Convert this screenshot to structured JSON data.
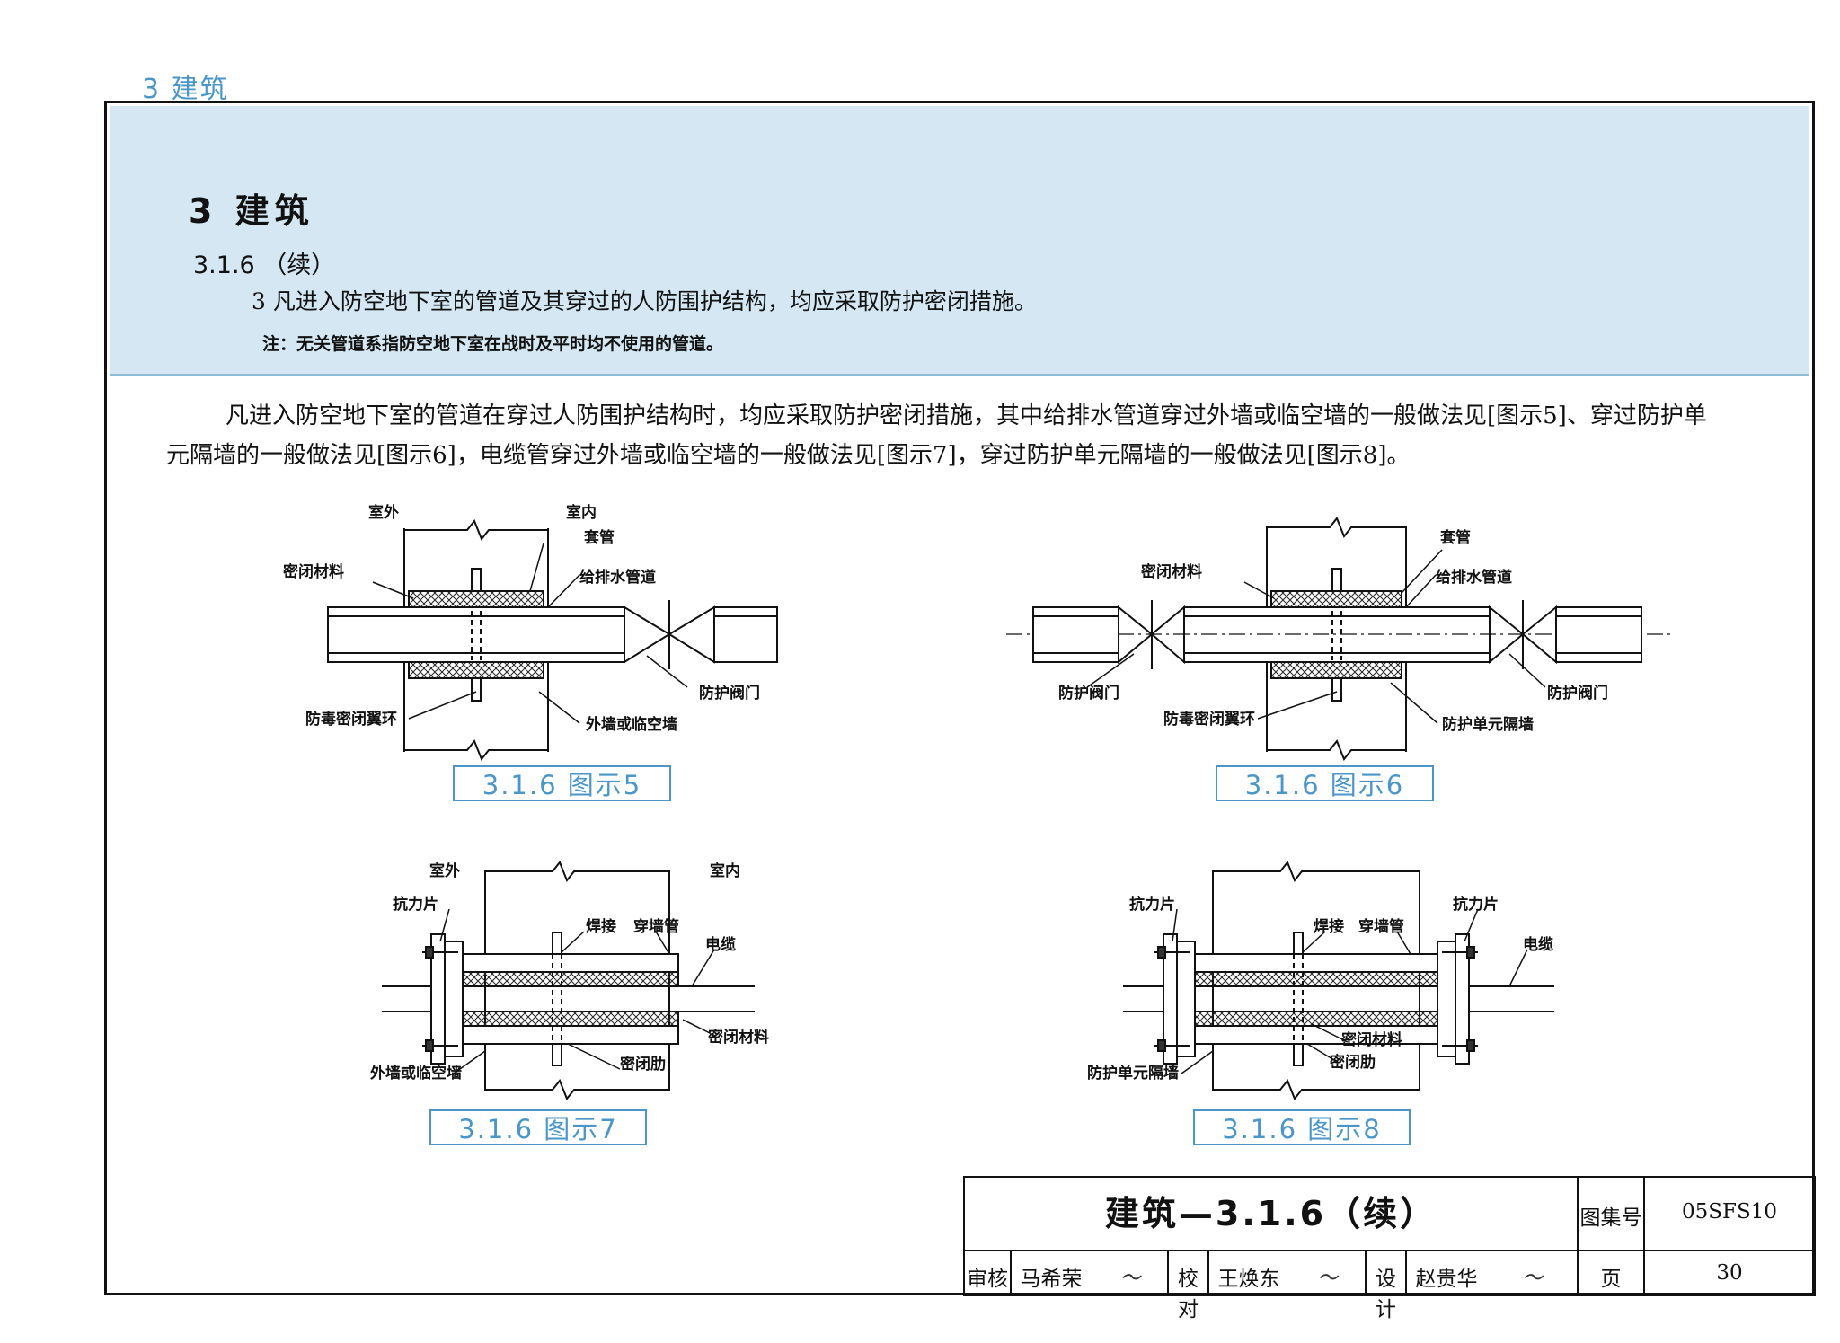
{
  "header": {
    "section_tag": "3 建筑"
  },
  "band": {
    "title": "3 建筑",
    "subtitle": "3.1.6 （续）",
    "item": "3 凡进入防空地下室的管道及其穿过的人防围护结构，均应采取防护密闭措施。",
    "note": "注：无关管道系指防空地下室在战时及平时均不使用的管道。"
  },
  "paragraph": "凡进入防空地下室的管道在穿过人防围护结构时，均应采取防护密闭措施，其中给排水管道穿过外墙或临空墙的一般做法见[图示5]、穿过防护单元隔墙的一般做法见[图示6]，电缆管穿过外墙或临空墙的一般做法见[图示7]，穿过防护单元隔墙的一般做法见[图示8]。",
  "figures": {
    "fig5": {
      "caption": "3.1.6 图示5",
      "labels": {
        "outside": "室外",
        "inside": "室内",
        "sleeve": "套管",
        "seal": "密闭材料",
        "pipe": "给排水管道",
        "ring": "防毒密闭翼环",
        "wall": "外墙或临空墙",
        "valve": "防护阀门"
      }
    },
    "fig6": {
      "caption": "3.1.6 图示6",
      "labels": {
        "sleeve": "套管",
        "seal": "密闭材料",
        "pipe": "给排水管道",
        "valve_left": "防护阀门",
        "valve_right": "防护阀门",
        "ring": "防毒密闭翼环",
        "wall": "防护单元隔墙"
      }
    },
    "fig7": {
      "caption": "3.1.6 图示7",
      "labels": {
        "outside": "室外",
        "inside": "室内",
        "plate": "抗力片",
        "weld": "焊接",
        "sleeve": "穿墙管",
        "cable": "电缆",
        "seal": "密闭材料",
        "rib": "密闭肋",
        "wall": "外墙或临空墙"
      }
    },
    "fig8": {
      "caption": "3.1.6 图示8",
      "labels": {
        "plate_left": "抗力片",
        "plate_right": "抗力片",
        "weld": "焊接",
        "sleeve": "穿墙管",
        "cable": "电缆",
        "seal": "密闭材料",
        "rib": "密闭肋",
        "wall": "防护单元隔墙"
      }
    }
  },
  "title_block": {
    "title": "建筑—3.1.6（续）",
    "atlas_label": "图集号",
    "atlas_no": "05SFS10",
    "review_label": "审核",
    "reviewer": "马希荣",
    "check_label": "校对",
    "checker": "王焕东",
    "design_label": "设计",
    "designer": "赵贵华",
    "page_label": "页",
    "page_no": "30"
  },
  "colors": {
    "accent": "#4a96c8",
    "band": "#d4e7f2"
  }
}
